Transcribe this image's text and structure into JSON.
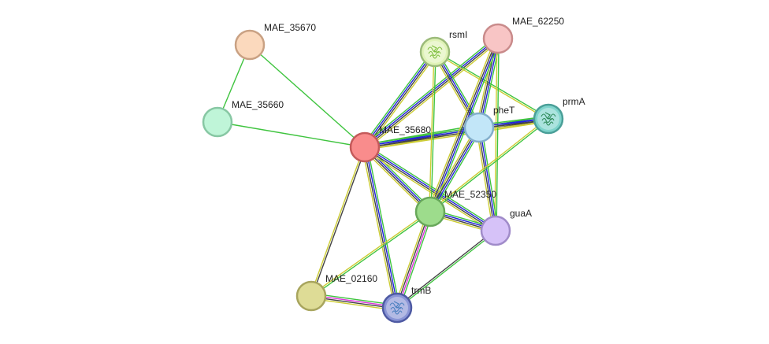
{
  "nodes": [
    {
      "id": "MAE_35670",
      "label": "MAE_35670",
      "fill": "#fbd9bd",
      "stroke": "#c9a183"
    },
    {
      "id": "MAE_35660",
      "label": "MAE_35660",
      "fill": "#bff5d8",
      "stroke": "#87c7a3"
    },
    {
      "id": "MAE_35680",
      "label": "MAE_35680",
      "fill": "#f98c8c",
      "stroke": "#c45a5a"
    },
    {
      "id": "rsmI",
      "label": "rsmI",
      "fill": "#e0f3b8",
      "stroke": "#9cbb7a",
      "has_structure": true,
      "structure_color": "#7fbf3f"
    },
    {
      "id": "MAE_62250",
      "label": "MAE_62250",
      "fill": "#f8c5c5",
      "stroke": "#c98b8b"
    },
    {
      "id": "pheT",
      "label": "pheT",
      "fill": "#c2e6f8",
      "stroke": "#83aecb"
    },
    {
      "id": "prmA",
      "label": "prmA",
      "fill": "#7fd4cc",
      "stroke": "#4a9f98",
      "has_structure": true,
      "structure_color": "#2f8a5a"
    },
    {
      "id": "MAE_52350",
      "label": "MAE_52350",
      "fill": "#9ddc8c",
      "stroke": "#68a85a"
    },
    {
      "id": "guaA",
      "label": "guaA",
      "fill": "#d6c2f8",
      "stroke": "#a08bc9"
    },
    {
      "id": "MAE_02160",
      "label": "MAE_02160",
      "fill": "#dedc96",
      "stroke": "#a8a55e"
    },
    {
      "id": "trmB",
      "label": "trmB",
      "fill": "#8a95d6",
      "stroke": "#4e5aa3",
      "has_structure": true,
      "structure_color": "#4a7fbf"
    }
  ],
  "edges": [
    {
      "source": "MAE_35670",
      "target": "MAE_35660",
      "colors": [
        "#3fc43f"
      ]
    },
    {
      "source": "MAE_35670",
      "target": "MAE_35680",
      "colors": [
        "#3fc43f"
      ]
    },
    {
      "source": "MAE_35660",
      "target": "MAE_35680",
      "colors": [
        "#3fc43f"
      ]
    },
    {
      "source": "MAE_35680",
      "target": "rsmI",
      "colors": [
        "#3fc43f",
        "#2222dd",
        "#444444",
        "#cccc33"
      ]
    },
    {
      "source": "MAE_35680",
      "target": "MAE_62250",
      "colors": [
        "#3fc43f",
        "#2222dd",
        "#444444",
        "#cccc33"
      ]
    },
    {
      "source": "MAE_35680",
      "target": "pheT",
      "colors": [
        "#3fc43f",
        "#2222dd",
        "#444444",
        "#cccc33"
      ]
    },
    {
      "source": "MAE_35680",
      "target": "prmA",
      "colors": [
        "#3fc43f",
        "#2222dd",
        "#444444",
        "#cccc33"
      ]
    },
    {
      "source": "MAE_35680",
      "target": "MAE_52350",
      "colors": [
        "#3fc43f",
        "#2222dd",
        "#444444",
        "#cccc33"
      ]
    },
    {
      "source": "MAE_35680",
      "target": "guaA",
      "colors": [
        "#3fc43f",
        "#2222dd",
        "#444444",
        "#cccc33"
      ]
    },
    {
      "source": "MAE_35680",
      "target": "MAE_02160",
      "colors": [
        "#444444",
        "#cccc33"
      ]
    },
    {
      "source": "MAE_35680",
      "target": "trmB",
      "colors": [
        "#3fc43f",
        "#2222dd",
        "#444444",
        "#cccc33"
      ]
    },
    {
      "source": "rsmI",
      "target": "pheT",
      "colors": [
        "#3fc43f",
        "#2222dd",
        "#444444",
        "#cccc33"
      ]
    },
    {
      "source": "rsmI",
      "target": "prmA",
      "colors": [
        "#3fc43f",
        "#cccc33"
      ]
    },
    {
      "source": "rsmI",
      "target": "MAE_52350",
      "colors": [
        "#3fc43f",
        "#cccc33"
      ]
    },
    {
      "source": "MAE_62250",
      "target": "pheT",
      "colors": [
        "#3fc43f",
        "#2222dd",
        "#444444",
        "#cccc33"
      ]
    },
    {
      "source": "MAE_62250",
      "target": "MAE_52350",
      "colors": [
        "#3fc43f",
        "#2222dd",
        "#444444",
        "#cccc33"
      ]
    },
    {
      "source": "MAE_62250",
      "target": "guaA",
      "colors": [
        "#3fc43f",
        "#cccc33"
      ]
    },
    {
      "source": "pheT",
      "target": "prmA",
      "colors": [
        "#3fc43f",
        "#2222dd",
        "#444444",
        "#cccc33"
      ]
    },
    {
      "source": "pheT",
      "target": "MAE_52350",
      "colors": [
        "#3fc43f",
        "#2222dd",
        "#444444",
        "#cccc33"
      ]
    },
    {
      "source": "pheT",
      "target": "guaA",
      "colors": [
        "#3fc43f",
        "#2222dd",
        "#444444",
        "#cccc33"
      ]
    },
    {
      "source": "prmA",
      "target": "MAE_52350",
      "colors": [
        "#3fc43f",
        "#cccc33"
      ]
    },
    {
      "source": "MAE_52350",
      "target": "guaA",
      "colors": [
        "#3fc43f",
        "#2222dd",
        "#444444",
        "#cccc33"
      ]
    },
    {
      "source": "MAE_52350",
      "target": "MAE_02160",
      "colors": [
        "#3fc43f",
        "#cccc33"
      ]
    },
    {
      "source": "MAE_52350",
      "target": "trmB",
      "colors": [
        "#3fc43f",
        "#dd33dd",
        "#444444",
        "#cccc33"
      ]
    },
    {
      "source": "guaA",
      "target": "trmB",
      "colors": [
        "#3fc43f",
        "#444444"
      ]
    },
    {
      "source": "MAE_02160",
      "target": "trmB",
      "colors": [
        "#3fc43f",
        "#dd33dd",
        "#444444",
        "#cccc33"
      ]
    }
  ]
}
